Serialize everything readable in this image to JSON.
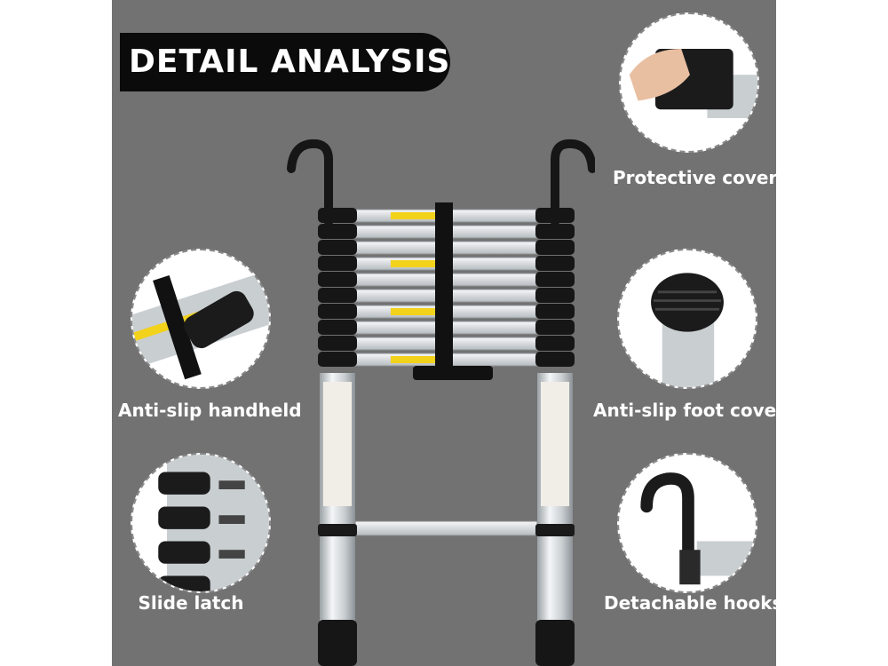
{
  "banner": {
    "title": "DETAIL ANALYSIS"
  },
  "features": [
    {
      "label": "Protective cover",
      "icon": "protective-cover-image"
    },
    {
      "label": "Anti-slip handheld",
      "icon": "anti-slip-handheld-image"
    },
    {
      "label": "Anti-slip foot cover",
      "icon": "anti-slip-foot-cover-image"
    },
    {
      "label": "Slide latch",
      "icon": "slide-latch-image"
    },
    {
      "label": "Detachable hooks",
      "icon": "detachable-hooks-image"
    }
  ],
  "colors": {
    "panel": "#727272",
    "banner": "#0b0b0b",
    "caption": "#ffffff",
    "aluminum": "#d9dde0",
    "rubber": "#1a1a1a",
    "warning": "#f2d21b"
  }
}
